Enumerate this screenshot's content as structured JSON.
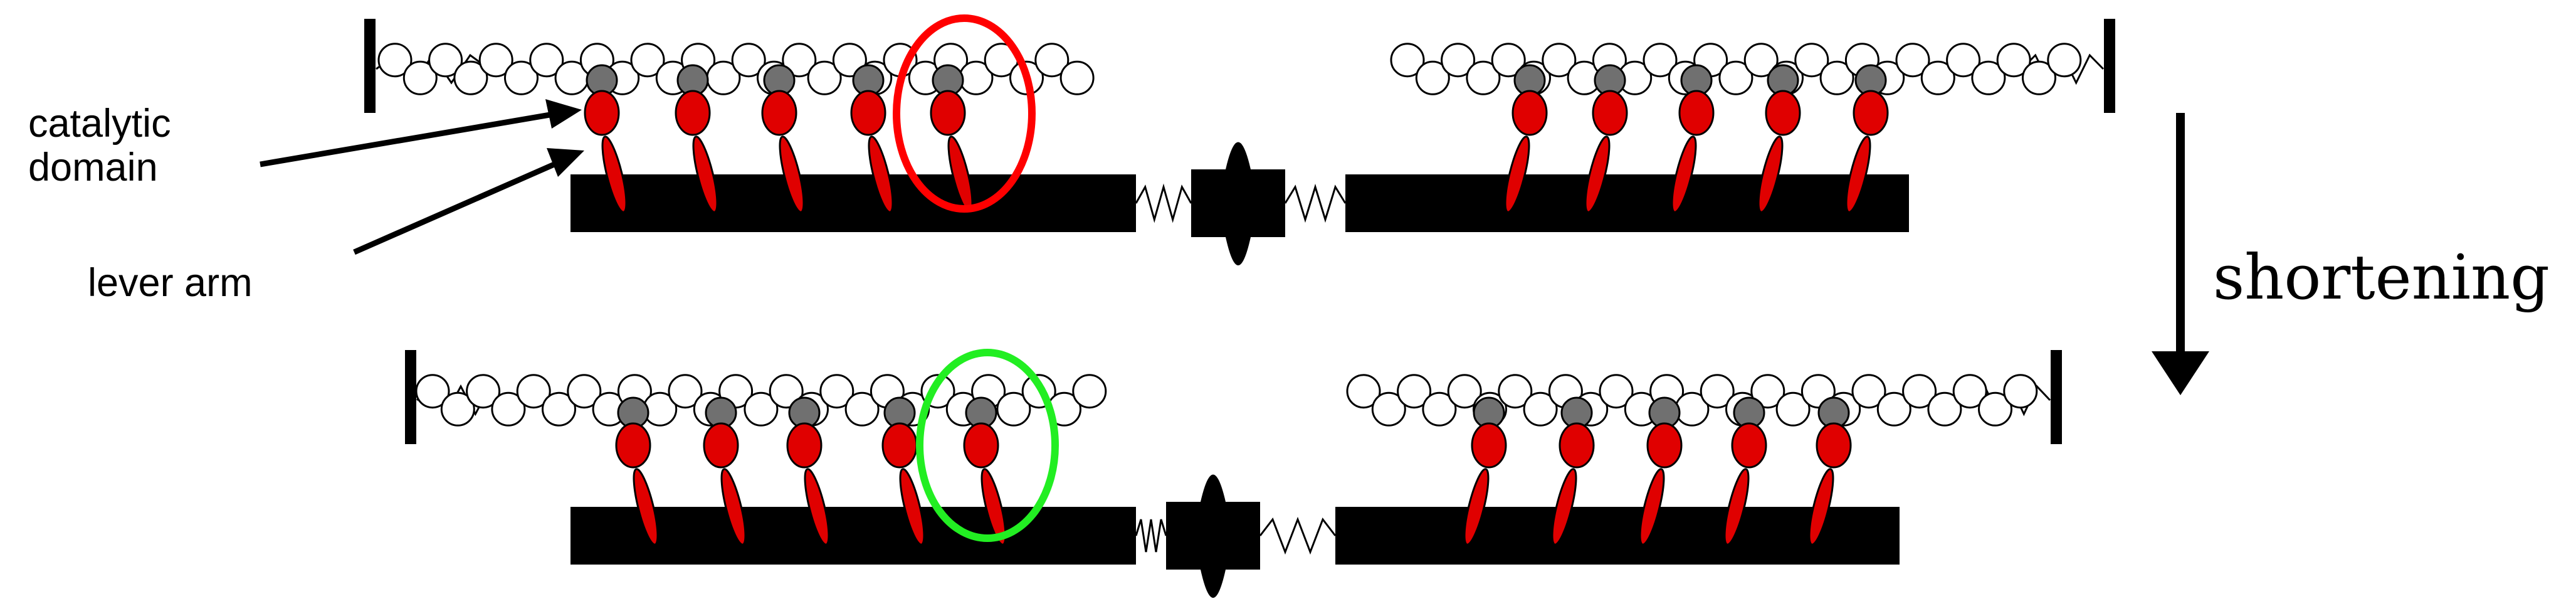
{
  "labels": {
    "catalytic_line1": "catalytic",
    "catalytic_line2": "domain",
    "lever_arm": "lever arm",
    "shortening": "shortening"
  },
  "colors": {
    "myosin_head": "#e00000",
    "actin_bead": "#ffffff",
    "binding_site": "#707070",
    "filament": "#000000",
    "highlight_before": "#ff0000",
    "highlight_after": "#22ee22"
  },
  "panels": [
    {
      "id": "before-contraction",
      "highlight": "red",
      "lever_state": "pre-stroke"
    },
    {
      "id": "after-contraction",
      "highlight": "green",
      "lever_state": "post-stroke"
    }
  ]
}
